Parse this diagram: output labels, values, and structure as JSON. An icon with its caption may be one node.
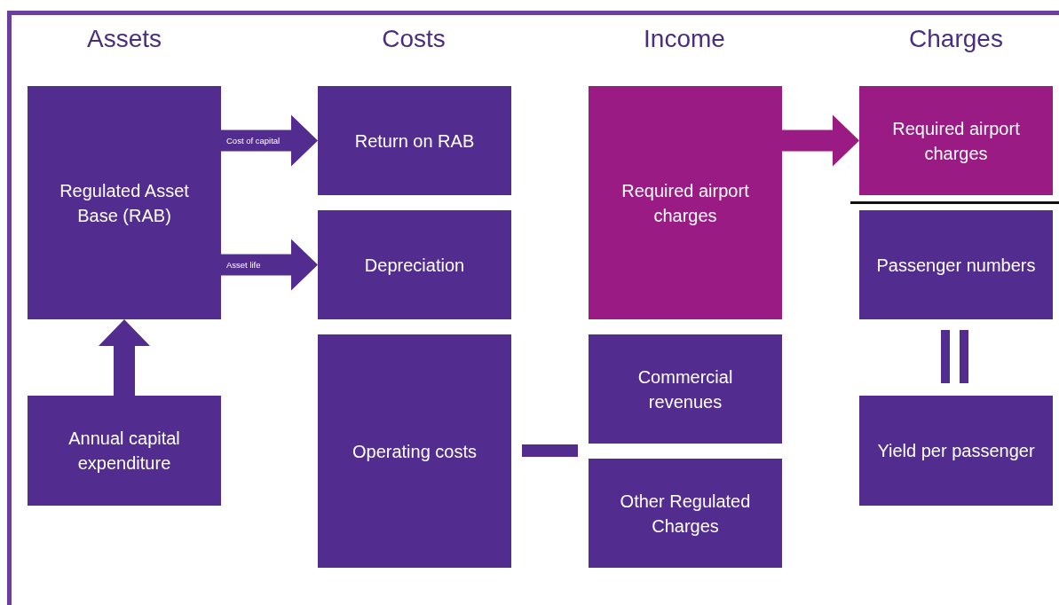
{
  "diagram": {
    "nodes": [
      {
        "text": [
          "Regulated Asset Base (RAB)"
        ]
      },
      {
        "text": [
          "Annual capital expenditure"
        ]
      },
      {
        "text": [
          "Return on RAB"
        ]
      },
      {
        "text": [
          "Depreciation"
        ]
      },
      {
        "text": [
          "Operating costs"
        ]
      },
      {
        "text": [
          "Required airport charges"
        ]
      },
      {
        "text": [
          "Commercial revenues"
        ]
      },
      {
        "text": [
          "Other Regulated Charges"
        ]
      },
      {
        "text": [
          "Required airport charges"
        ]
      },
      {
        "text": [
          "Passenger numbers"
        ]
      },
      {
        "text": [
          "Yield per passenger"
        ]
      }
    ],
    "edges": [
      {
        "from": 1,
        "to": 0,
        "arrow": "to"
      },
      {
        "from": 0,
        "to": 2,
        "arrow": "to",
        "label": "Cost of capital"
      },
      {
        "from": 0,
        "to": 3,
        "arrow": "to",
        "label": "Asset life"
      },
      {
        "from": 5,
        "to": 8,
        "arrow": "to",
        "color": "#9b1b84"
      }
    ],
    "labels": [
      "Assets",
      "Costs",
      "Income",
      "Charges"
    ]
  }
}
